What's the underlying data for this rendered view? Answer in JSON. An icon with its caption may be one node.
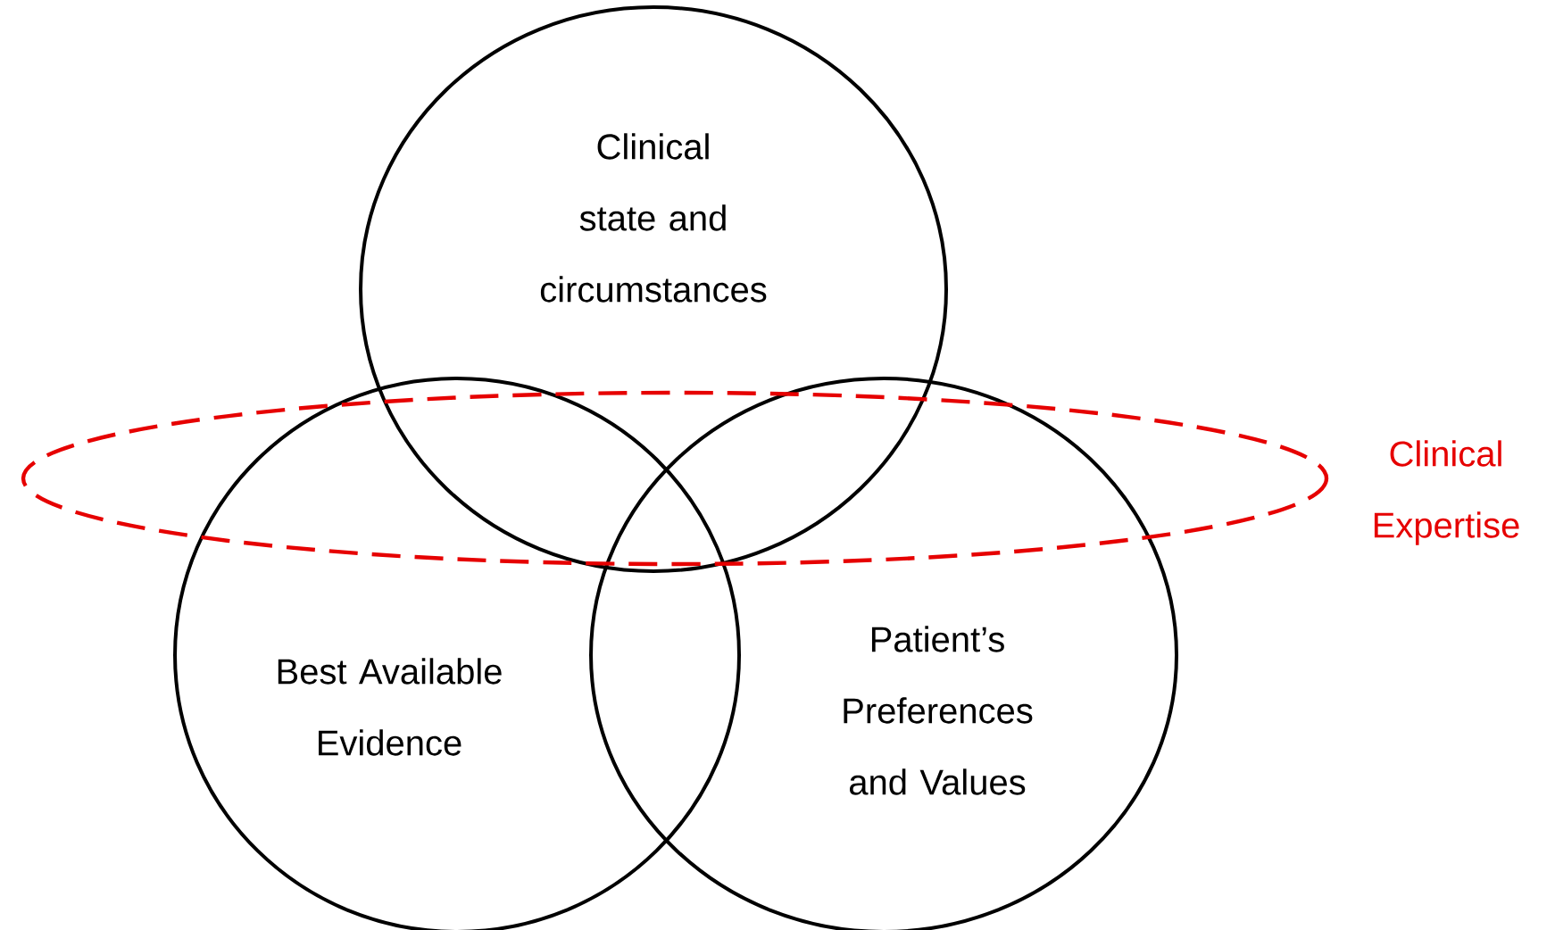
{
  "diagram": {
    "nodes": [
      {
        "text": [
          "Clinical state and circumstances"
        ]
      },
      {
        "text": [
          "Best Available Evidence"
        ]
      },
      {
        "text": [
          "Patient’s Preferences and Values"
        ]
      },
      {
        "text": [
          "Clinical Expertise"
        ]
      }
    ]
  }
}
